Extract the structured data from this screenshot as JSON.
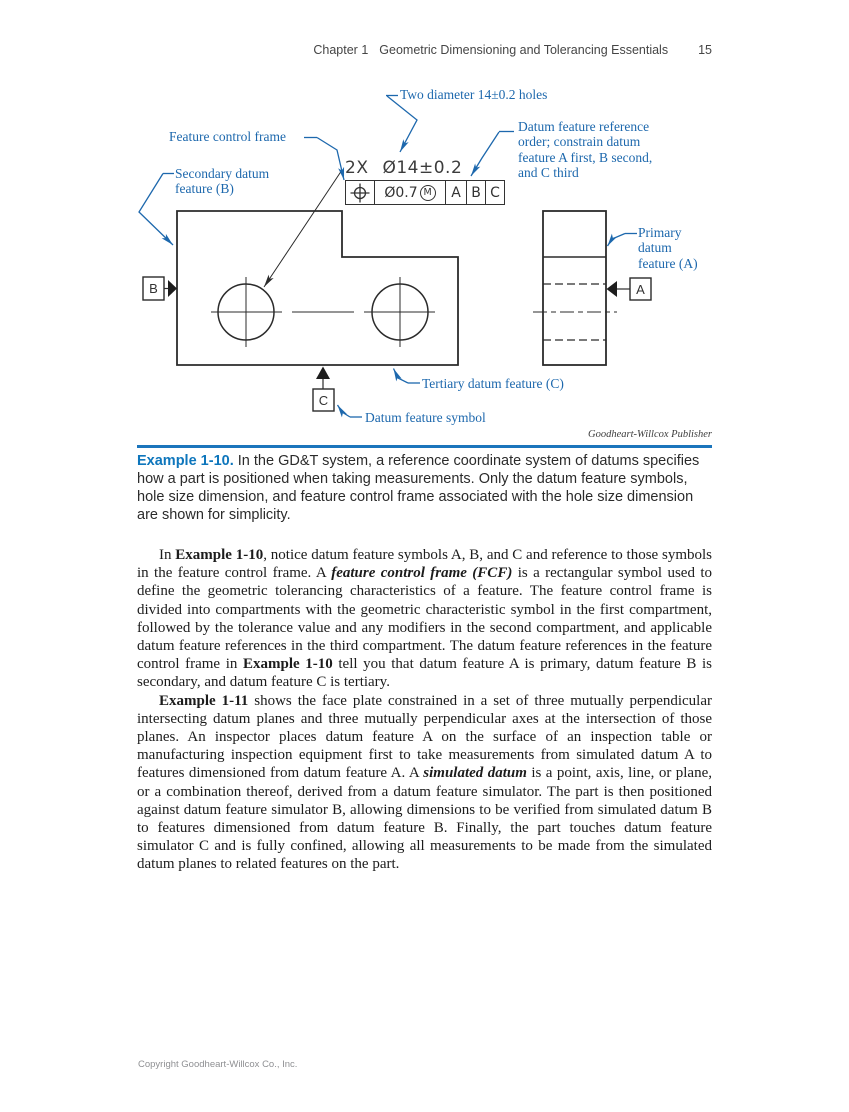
{
  "header": {
    "chapter": "Chapter 1",
    "title": "Geometric Dimensioning and Tolerancing Essentials",
    "page_number": "15"
  },
  "figure": {
    "credit": "Goodheart-Willcox Publisher",
    "dimension": {
      "prefix": "2X",
      "text": "Ø14±0.2"
    },
    "fcf": {
      "symbol_name": "position-symbol",
      "tolerance": "Ø0.7",
      "modifier": "M",
      "datums": [
        "A",
        "B",
        "C"
      ]
    },
    "datum_labels": {
      "a": "A",
      "b": "B",
      "c": "C"
    },
    "callouts": {
      "two_diameter": "Two diameter 14±0.2 holes",
      "feature_control_frame": "Feature control frame",
      "datum_reference_lines": [
        "Datum feature reference",
        "order; constrain datum",
        "feature A first, B second,",
        "and C third"
      ],
      "secondary_lines": [
        "Secondary datum",
        "feature (B)"
      ],
      "primary_lines": [
        "Primary",
        "datum",
        "feature (A)"
      ],
      "tertiary": "Tertiary datum feature (C)",
      "datum_feature_symbol": "Datum feature symbol"
    },
    "colors": {
      "callout_blue": "#1d68ad",
      "caption_blue": "#0e76bc",
      "rule_blue": "#1b75bc",
      "line_dark": "#2b2b2b"
    }
  },
  "caption": {
    "label": "Example 1-10.",
    "text": " In the GD&T system, a reference coordinate system of datums specifies how a part is positioned when taking measurements. Only the datum feature symbols, hole size dimension, and feature control frame associated with the hole size dimension are shown for simplicity."
  },
  "body": {
    "p1": [
      {
        "t": "In ",
        "s": "n"
      },
      {
        "t": "Example 1-10",
        "s": "b"
      },
      {
        "t": ", notice datum feature symbols A, B, and C and reference to those symbols in the feature control frame. A ",
        "s": "n"
      },
      {
        "t": "feature control frame (FCF)",
        "s": "bi"
      },
      {
        "t": " is a rectangular symbol used to define the geometric tolerancing characteristics of a feature. The feature control frame is divided into compartments with the geometric characteristic symbol in the first compartment, followed by the tolerance value and any modifiers in the second compartment, and applicable datum feature references in the third compartment. The datum feature references in the feature control frame in ",
        "s": "n"
      },
      {
        "t": "Example 1-10",
        "s": "b"
      },
      {
        "t": " tell you that datum feature A is primary, datum feature B is secondary, and datum feature C is tertiary.",
        "s": "n"
      }
    ],
    "p2": [
      {
        "t": "Example 1-11",
        "s": "b"
      },
      {
        "t": " shows the face plate constrained in a set of three mutually perpendicular intersecting datum planes and three mutually perpendicular axes at the intersection of those planes. An inspector places datum feature A on the surface of an inspection table or manufacturing inspection equipment first to take measurements from simulated datum A to features dimensioned from datum feature A. A ",
        "s": "n"
      },
      {
        "t": "simulated datum",
        "s": "bi"
      },
      {
        "t": " is a point, axis, line, or plane, or a combination thereof, derived from a datum feature simulator. The part is then positioned against datum feature simulator B, allowing dimensions to be verified from simulated datum B to features dimensioned from datum feature B. Finally, the part touches datum feature simulator C and is fully confined, allowing all measurements to be made from the simulated datum planes to related features on the part.",
        "s": "n"
      }
    ]
  },
  "footer": {
    "copyright": "Copyright Goodheart-Willcox Co., Inc."
  }
}
